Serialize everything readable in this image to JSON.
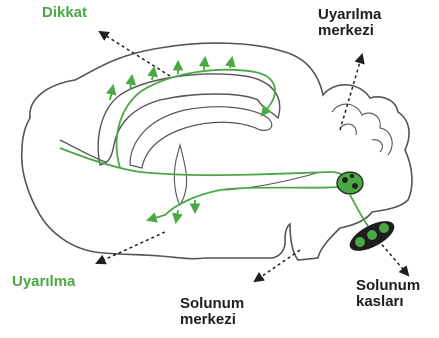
{
  "labels": {
    "attention": "Dikkat",
    "arousal_center_1": "Uyarılma",
    "arousal_center_2": "merkezi",
    "arousal": "Uyarılma",
    "resp_center_1": "Solunum",
    "resp_center_2": "merkezi",
    "resp_muscles_1": "Solunum",
    "resp_muscles_2": "kasları"
  },
  "colors": {
    "pathway": "#4aa845",
    "outline": "#555555",
    "text_dark": "#1e1e1e",
    "node_dark": "#222222"
  }
}
